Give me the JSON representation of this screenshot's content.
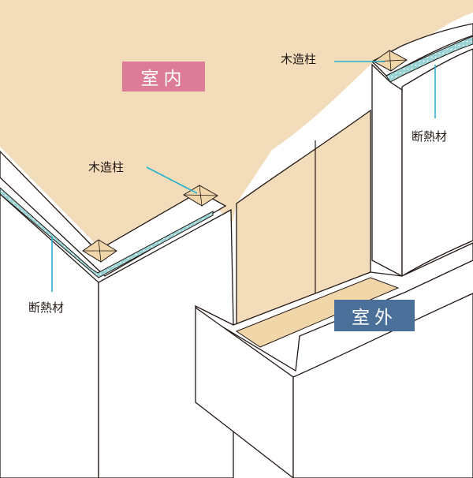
{
  "labels": {
    "indoor": "室内",
    "outdoor": "室外",
    "wood_post": "木造柱",
    "insulation": "断熱材"
  },
  "colors": {
    "indoor_badge": "#dd7c98",
    "outdoor_badge": "#4a6f98",
    "floor": "#f3dcba",
    "wall_face": "#ffffff",
    "wood_post": "#f0d6a9",
    "insulation": "#9ad3d4",
    "leader_line": "#25b1cf",
    "outline": "#231815"
  }
}
